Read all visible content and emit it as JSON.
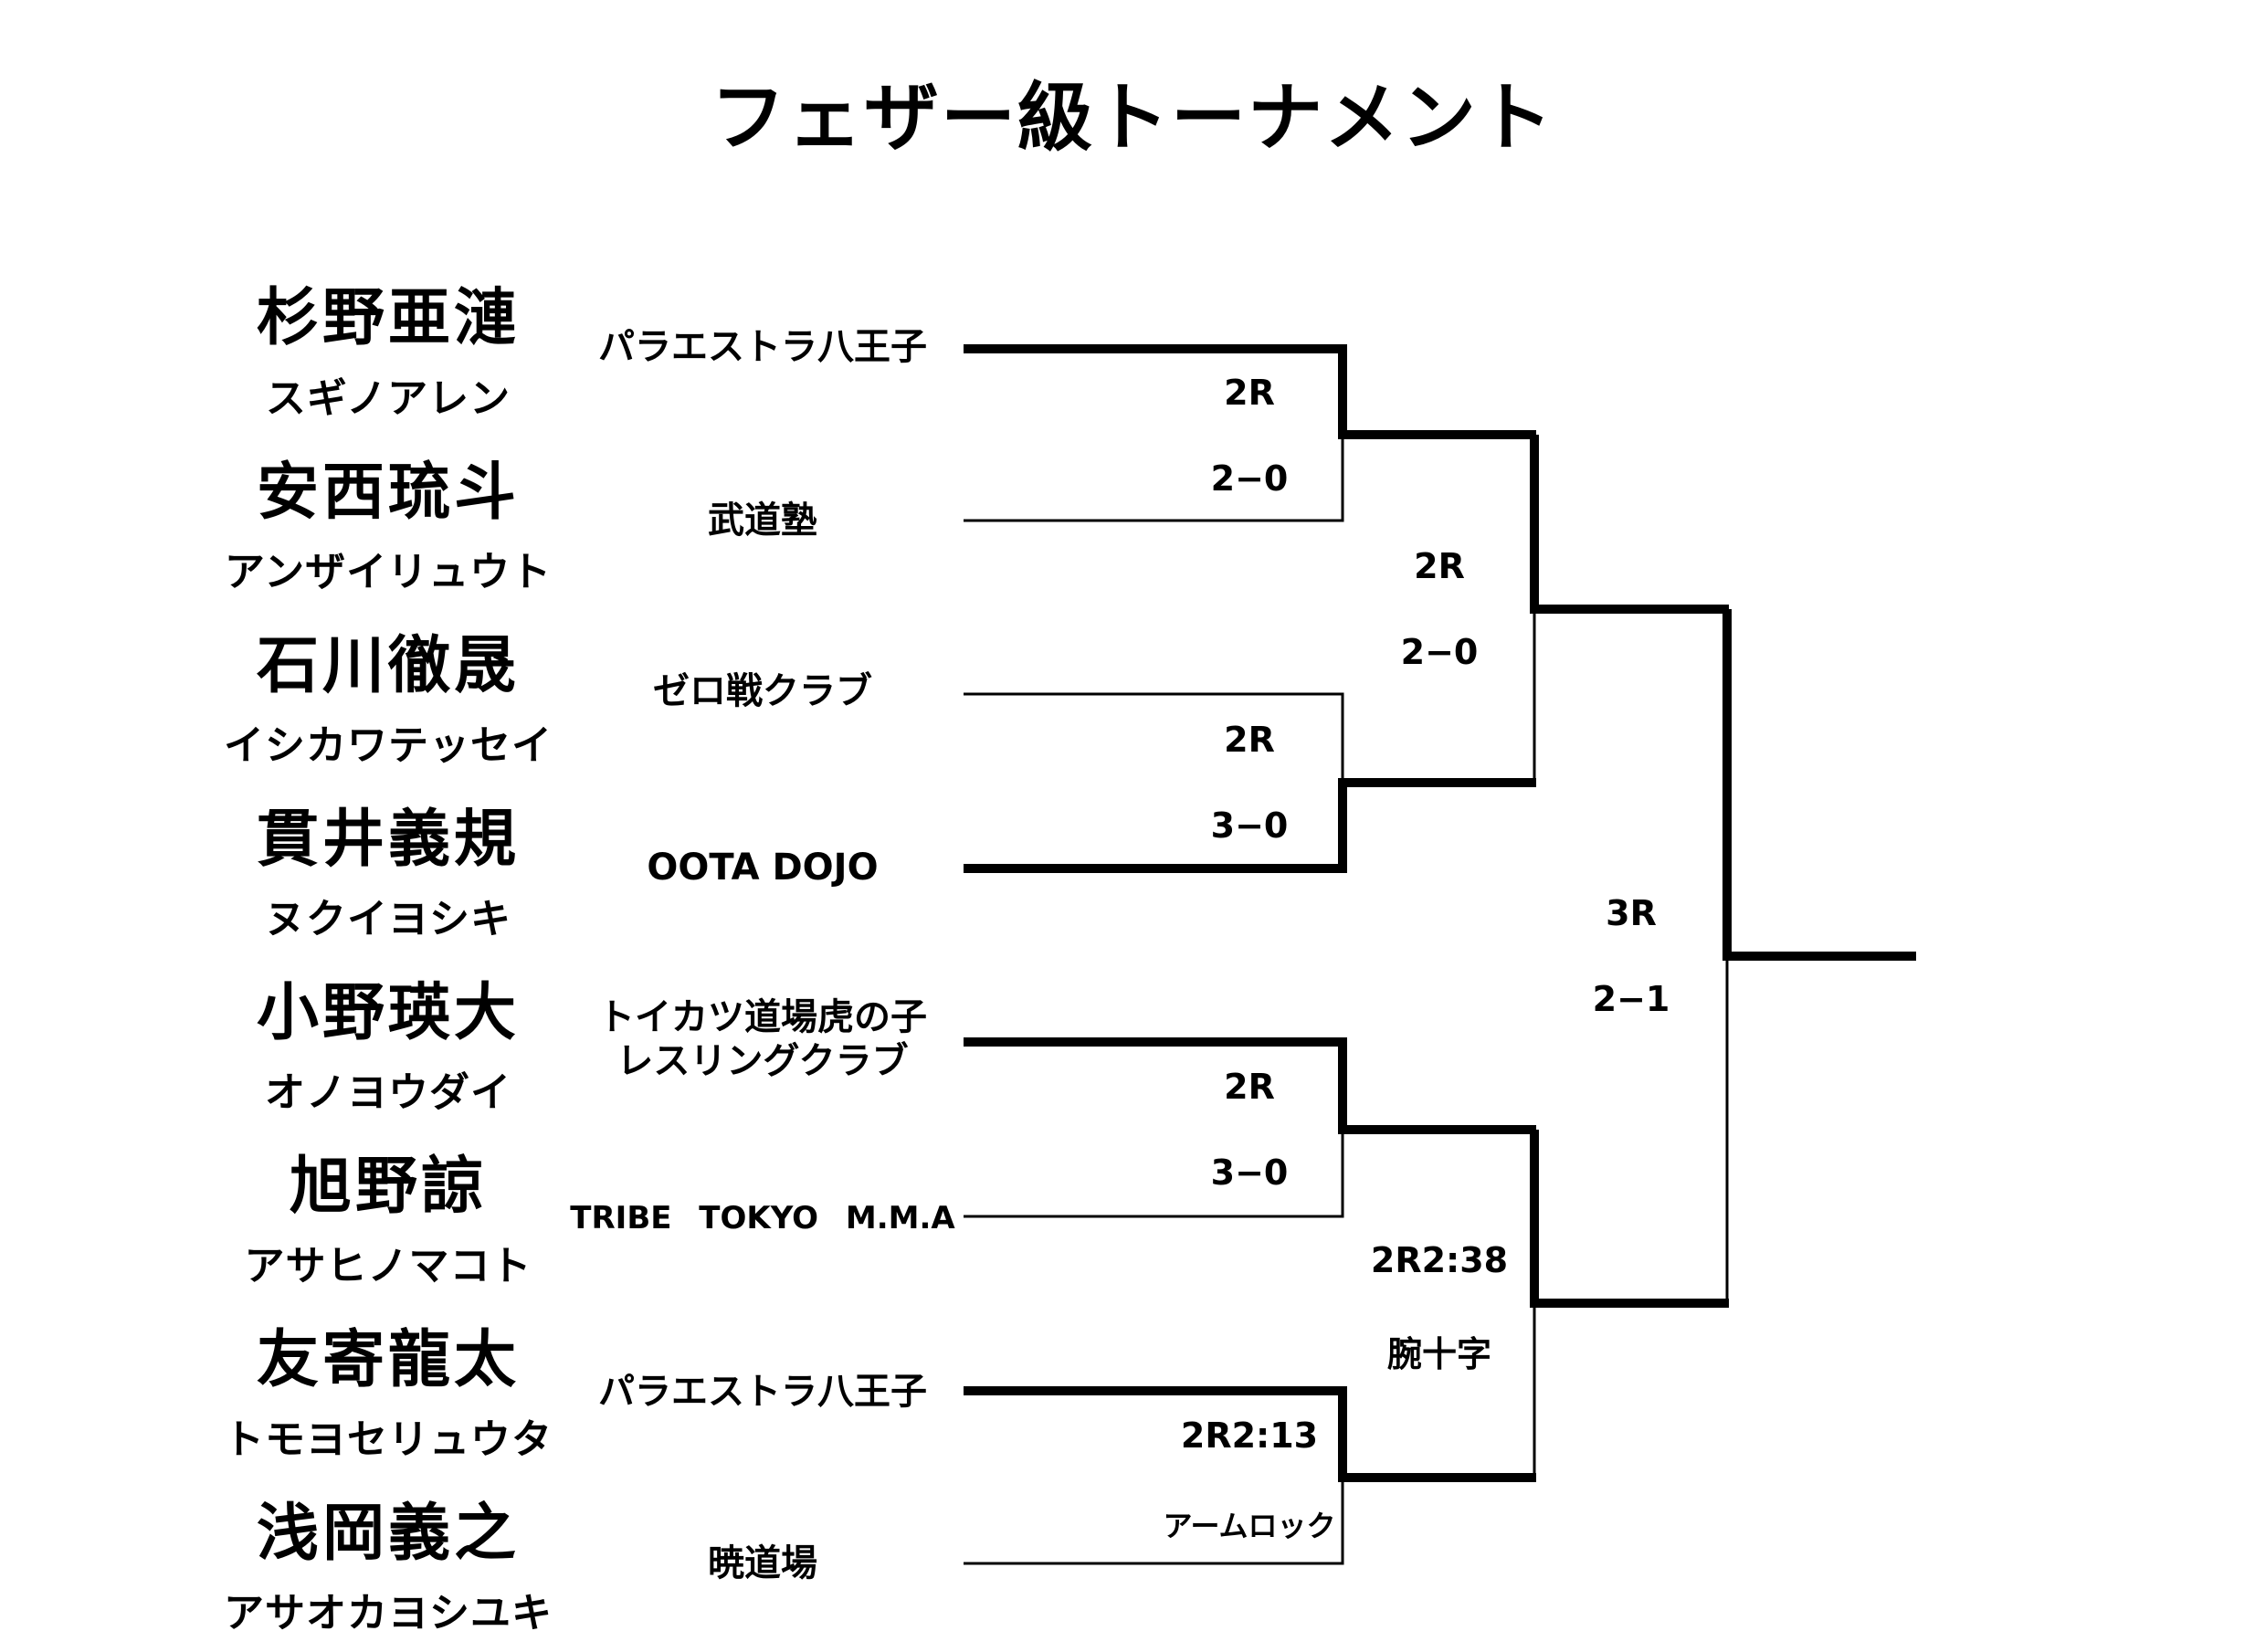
{
  "title": "フェザー級トーナメント",
  "competitors": [
    {
      "name": "杉野亜漣",
      "kana": "スギノアレン",
      "team": "パラエストラ八王子"
    },
    {
      "name": "安西琉斗",
      "kana": "アンザイリュウト",
      "team": "武道塾"
    },
    {
      "name": "石川徹晟",
      "kana": "イシカワテッセイ",
      "team": "ゼロ戦クラブ"
    },
    {
      "name": "貫井義規",
      "kana": "ヌクイヨシキ",
      "team": "OOTA DOJO"
    },
    {
      "name": "小野瑛大",
      "kana": "オノヨウダイ",
      "team_line1": "トイカツ道場虎の子",
      "team_line2": "レスリングクラブ"
    },
    {
      "name": "旭野諒",
      "kana": "アサヒノマコト",
      "team": "TRIBE TOKYO M.M.A"
    },
    {
      "name": "友寄龍太",
      "kana": "トモヨセリュウタ",
      "team": "パラエストラ八王子"
    },
    {
      "name": "浅岡義之",
      "kana": "アサオカヨシユキ",
      "team": "暁道場"
    }
  ],
  "results": {
    "r1_m1": {
      "round": "2R",
      "score": "2−0"
    },
    "r1_m2": {
      "round": "2R",
      "score": "3−0"
    },
    "r1_m3": {
      "round": "2R",
      "score": "3−0"
    },
    "r1_m4": {
      "round": "2R2:13",
      "score": "アームロック"
    },
    "semi_1": {
      "round": "2R",
      "score": "2−0"
    },
    "semi_2": {
      "round": "2R2:38",
      "score": "腕十字"
    },
    "final": {
      "round": "3R",
      "score": "2−1"
    }
  }
}
